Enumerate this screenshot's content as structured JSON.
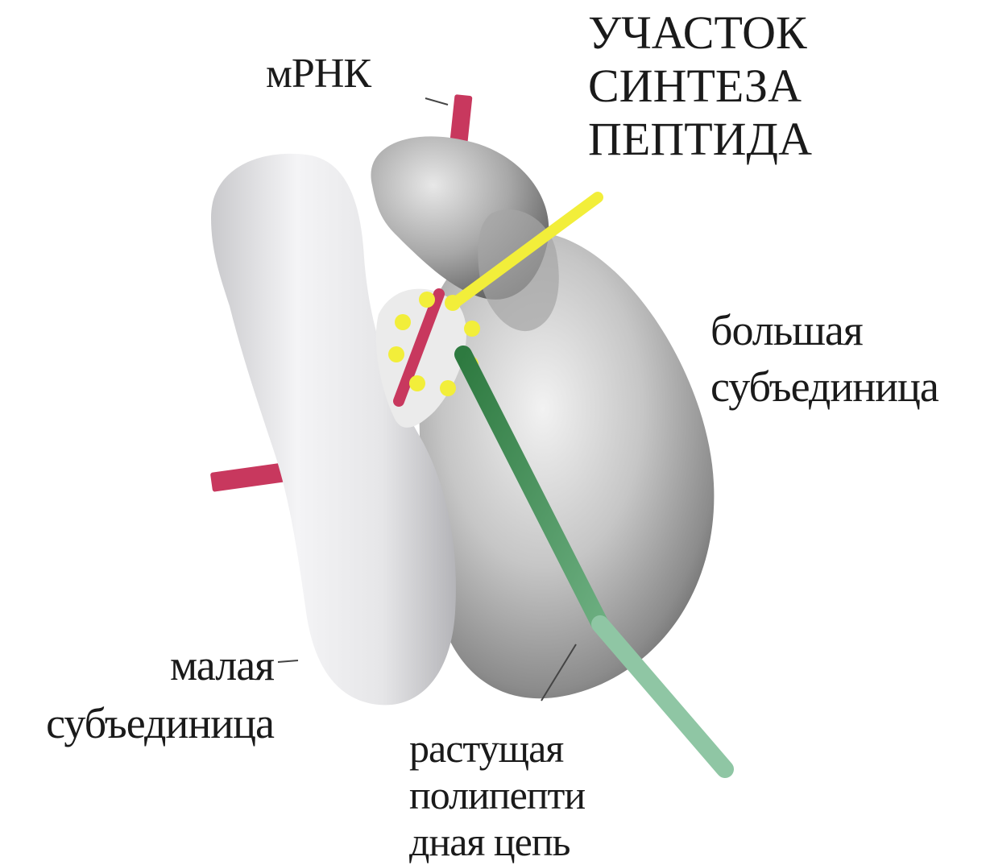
{
  "labels": {
    "mrna": "мРНК",
    "synthesis_site": [
      "УЧАСТОК",
      "СИНТЕЗА",
      "ПЕПТИДА"
    ],
    "large_subunit": [
      "большая",
      "субъединица"
    ],
    "small_subunit": [
      "малая",
      "субъединица"
    ],
    "polypeptide": [
      "растущая",
      "полипепти",
      "дная цепь"
    ]
  },
  "colors": {
    "mrna": "#c8385e",
    "peptide_site_marker": "#f2ee3a",
    "polypeptide": "#3f8f52",
    "polypeptide_exit": "#8fc6a4",
    "large_subunit": "#9a9a9a",
    "small_subunit": "#dcdcde"
  }
}
